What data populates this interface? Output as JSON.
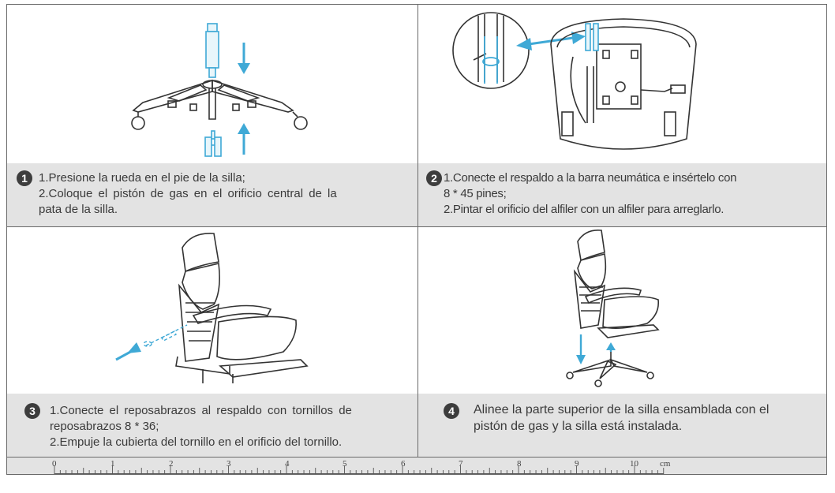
{
  "steps": [
    {
      "number": "1",
      "lines": [
        "1.Presione la rueda en el pie de la silla;",
        "2.Coloque el pistón de gas en el orificio central de la",
        "pata de la silla."
      ]
    },
    {
      "number": "2",
      "lines": [
        "1.Conecte el respaldo a la barra neumática e insértelo con",
        "8 * 45 pines;",
        "2.Pintar el orificio del alfiler con un alfiler para arreglarlo."
      ]
    },
    {
      "number": "3",
      "lines": [
        "1.Conecte el reposabrazos al respaldo con tornillos de",
        "reposabrazos 8 * 36;",
        "2.Empuje la cubierta del tornillo en el orificio del tornillo."
      ]
    },
    {
      "number": "4",
      "lines": [
        "Alinee la parte superior de la silla ensamblada con el",
        "pistón de gas y la silla está instalada."
      ]
    }
  ],
  "ruler": {
    "labels": [
      "0",
      "1",
      "2",
      "3",
      "4",
      "5",
      "6",
      "7",
      "8",
      "9",
      "10"
    ],
    "unit": "cm"
  },
  "colors": {
    "accent_arrow": "#3fa9d6",
    "caption_bg": "#e3e3e3",
    "line_art": "#333333"
  }
}
